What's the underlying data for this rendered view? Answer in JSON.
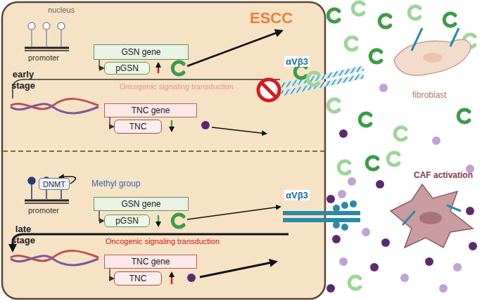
{
  "diagram": {
    "nodes": [
      {
        "text": [
          "ESCC"
        ]
      },
      {
        "text": [
          "GSN gene"
        ],
        "in": 0
      },
      {
        "text": [
          "pGSN"
        ],
        "in": 0
      },
      {
        "text": [
          "TNC gene"
        ],
        "in": 0
      },
      {
        "text": [
          "TNC"
        ],
        "in": 0
      },
      {
        "text": [
          "DNMT"
        ],
        "in": 0
      },
      {
        "text": [
          "GSN gene"
        ],
        "in": 0
      },
      {
        "text": [
          "pGSN"
        ],
        "in": 0
      },
      {
        "text": [
          "TNC gene"
        ],
        "in": 0
      },
      {
        "text": [
          "TNC"
        ],
        "in": 0
      }
    ],
    "edges": [
      {
        "from": 1,
        "to": 2,
        "arrow": "to"
      },
      {
        "from": 3,
        "to": 4,
        "arrow": "to"
      },
      {
        "from": 6,
        "to": 7,
        "arrow": "to"
      },
      {
        "from": 8,
        "to": 9,
        "arrow": "to"
      }
    ],
    "labels": [
      "nucleus",
      "promoter",
      "early stage",
      "Oncogenic signaling transduction",
      "αVβ3",
      "fibroblast",
      "Methyl group",
      "promoter",
      "late stage",
      "Oncogenic signaling transduction",
      "αVβ3",
      "CAF activation"
    ]
  }
}
